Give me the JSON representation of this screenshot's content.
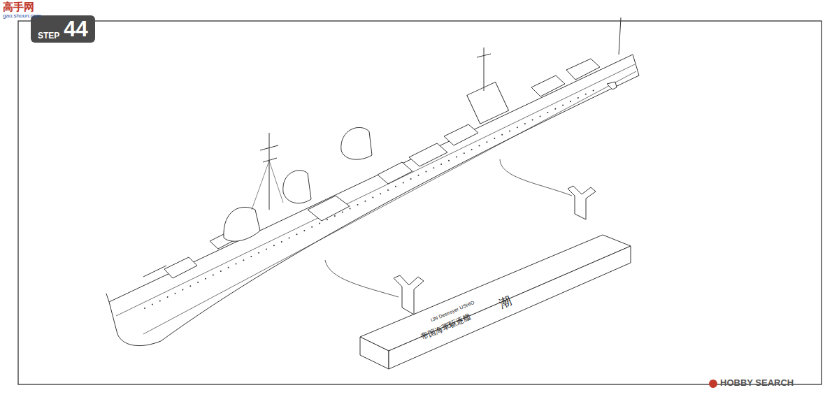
{
  "diagram": {
    "nodes": [
      {
        "text": [
          "STEP",
          "44"
        ]
      }
    ],
    "labels": [
      "高手网",
      "gao.shoun.com",
      "IJN Destroyer USHIO",
      "帝国海軍駆逐艦",
      "潮",
      "HOBBY SEARCH"
    ]
  }
}
